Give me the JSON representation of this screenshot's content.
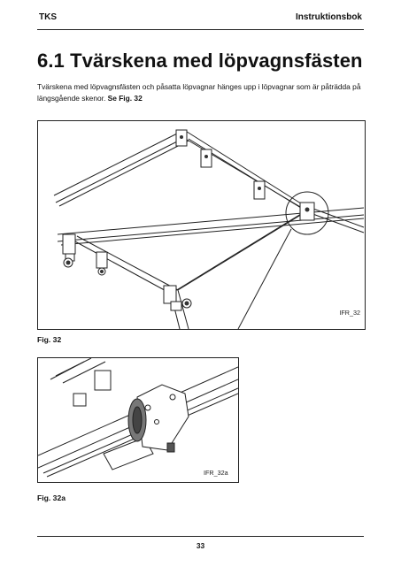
{
  "header": {
    "left": "TKS",
    "right": "Instruktionsbok"
  },
  "section_title": "6.1 Tvärskena med löpvagnsfästen",
  "body": {
    "text": "Tvärskena med löpvagnsfästen och påsatta löpvagnar hänges upp i löpvagnar som är påträdda på längsgående skenor. ",
    "ref": "Se Fig. 32"
  },
  "figures": [
    {
      "caption": "Fig. 32",
      "ref": "IFR_32"
    },
    {
      "caption": "Fig. 32a",
      "ref": "IFR_32a"
    }
  ],
  "footer": {
    "page_number": "33"
  }
}
